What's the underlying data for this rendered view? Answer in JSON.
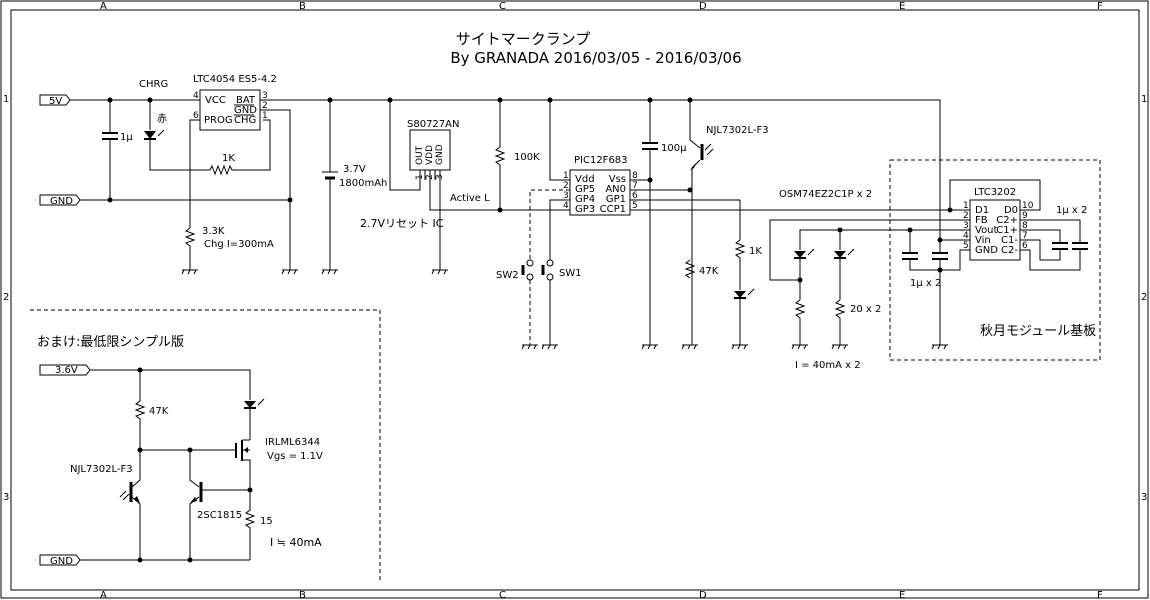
{
  "title": {
    "line1": "サイトマークランプ",
    "line2": "By GRANADA 2016/03/05 - 2016/03/06"
  },
  "frame": {
    "columns": [
      "A",
      "B",
      "C",
      "D",
      "E",
      "F"
    ],
    "rows": [
      "1",
      "2",
      "3"
    ]
  },
  "ports": {
    "vin": "5V",
    "gnd": "GND",
    "bonus_vin": "3.6V",
    "bonus_gnd": "GND"
  },
  "main": {
    "chrg_label": "CHRG",
    "led_color_label": "赤",
    "cap_in": "1μ",
    "charger": {
      "name": "LTC4054 ES5-4.2",
      "pins": {
        "vcc": "VCC",
        "bat": "BAT",
        "gnd": "GND",
        "prog": "PROG",
        "chg": "CHG"
      },
      "pin_numbers": {
        "vcc": "4",
        "bat": "3",
        "gnd": "2",
        "prog": "6",
        "chg": "1"
      }
    },
    "r_led": "1K",
    "r_prog": "3.3K",
    "chg_current": "Chg I=300mA",
    "battery": {
      "voltage": "3.7V",
      "capacity": "1800mAh"
    },
    "reset_ic": {
      "name": "S80727AN",
      "pin_labels": [
        "OUT",
        "VDD",
        "GND"
      ],
      "pin_numbers": [
        "1",
        "2",
        "3"
      ],
      "caption": "2.7Vリセット IC",
      "signal": "Active L"
    },
    "r_pullup": "100K",
    "mcu": {
      "name": "PIC12F683",
      "left_pins": [
        {
          "num": "1",
          "name": "Vdd"
        },
        {
          "num": "2",
          "name": "GP5"
        },
        {
          "num": "3",
          "name": "GP4"
        },
        {
          "num": "4",
          "name": "GP3"
        }
      ],
      "right_pins": [
        {
          "num": "8",
          "name": "Vss"
        },
        {
          "num": "7",
          "name": "AN0"
        },
        {
          "num": "6",
          "name": "GP1"
        },
        {
          "num": "5",
          "name": "CCP1"
        }
      ]
    },
    "sw2": "SW2",
    "sw1": "SW1",
    "cap_bulk": "100μ",
    "phototr": "NJL7302L-F3",
    "r_photo": "47K",
    "r_ind": "1K",
    "led_part": "OSM74EZ2C1P x 2",
    "r_led_out": "20 x 2",
    "led_current": "I = 40mA x 2",
    "pump": {
      "name": "LTC3202",
      "left_pins": [
        {
          "num": "1",
          "name": "D1"
        },
        {
          "num": "2",
          "name": "FB"
        },
        {
          "num": "3",
          "name": "Vout"
        },
        {
          "num": "4",
          "name": "Vin"
        },
        {
          "num": "5",
          "name": "GND"
        }
      ],
      "right_pins": [
        {
          "num": "10",
          "name": "D0"
        },
        {
          "num": "9",
          "name": "C2+"
        },
        {
          "num": "8",
          "name": "C1+"
        },
        {
          "num": "7",
          "name": "C1-"
        },
        {
          "num": "6",
          "name": "C2-"
        }
      ],
      "cap_fly": "1μ x 2",
      "cap_io": "1μ x 2",
      "module_label": "秋月モジュール基板"
    }
  },
  "bonus": {
    "title": "おまけ:最低限シンプル版",
    "r_bias": "47K",
    "phototr": "NJL7302L-F3",
    "mosfet": "IRLML6344",
    "vgs": "Vgs = 1.1V",
    "transistor": "2SC1815",
    "r_sense": "15",
    "current": "I ≒ 40mA"
  }
}
